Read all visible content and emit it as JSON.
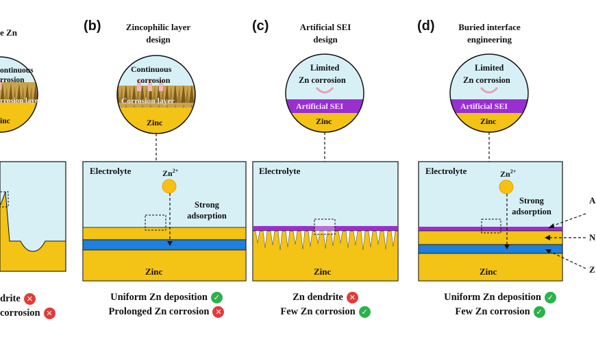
{
  "colors": {
    "electrolyte": "#d6f0f6",
    "zinc": "#f3c316",
    "sei": "#9a2fcf",
    "blue_layer": "#1e7fdc",
    "ok": "#2bb24c",
    "bad": "#e23b3b",
    "arrow_shine": "#f2b8b8"
  },
  "panel_a": {
    "title": "e Zn",
    "circle_top": "ontinuous",
    "circle_mid": "rrosion",
    "circle_layer": "rrosion layer",
    "circle_zinc": "inc",
    "results": [
      {
        "text": "drite",
        "status": "bad"
      },
      {
        "text": "corrosion",
        "status": "bad"
      }
    ]
  },
  "panel_b": {
    "label": "(b)",
    "title": [
      "Zincophilic layer",
      "design"
    ],
    "circle_top": "Continuous",
    "circle_mid": "corrosion",
    "circle_layer": "Corrosion layer",
    "circle_zinc": "Zinc",
    "electrolyte": "Electrolyte",
    "ion": "Zn",
    "ion_sup": "2+",
    "adsorption": [
      "Strong",
      "adsorption"
    ],
    "zinc": "Zinc",
    "results": [
      {
        "text": "Uniform Zn deposition",
        "status": "ok"
      },
      {
        "text": "Prolonged Zn corrosion",
        "status": "bad"
      }
    ]
  },
  "panel_c": {
    "label": "(c)",
    "title": [
      "Artificial SEI",
      "design"
    ],
    "circle_top": "Limited",
    "circle_mid": "Zn corrosion",
    "circle_layer": "Artificial SEI",
    "circle_zinc": "Zinc",
    "electrolyte": "Electrolyte",
    "zinc": "Zinc",
    "results": [
      {
        "text": "Zn dendrite",
        "status": "bad"
      },
      {
        "text": "Few Zn corrosion",
        "status": "ok"
      }
    ]
  },
  "panel_d": {
    "label": "(d)",
    "title": [
      "Buried interface",
      "engineering"
    ],
    "circle_top": "Limited",
    "circle_mid": "Zn corrosion",
    "circle_layer": "Artificial SEI",
    "circle_zinc": "Zinc",
    "electrolyte": "Electrolyte",
    "ion": "Zn",
    "ion_sup": "2+",
    "adsorption": [
      "Strong",
      "adsorption"
    ],
    "zinc": "Zinc",
    "side_labels": [
      "A",
      "N",
      "Z"
    ],
    "results": [
      {
        "text": "Uniform Zn deposition",
        "status": "ok"
      },
      {
        "text": "Few Zn corrosion",
        "status": "ok"
      }
    ]
  }
}
